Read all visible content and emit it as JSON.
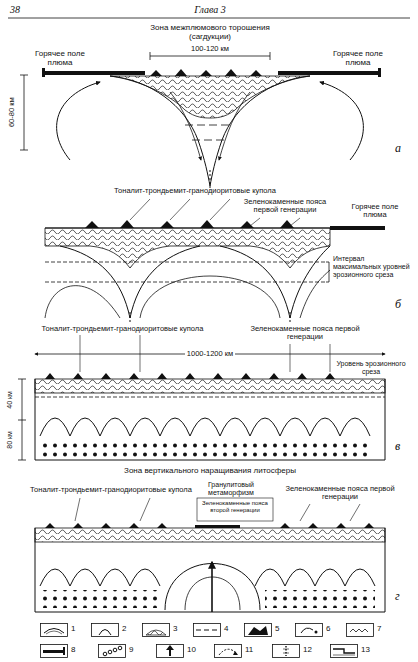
{
  "diagram": {
    "labels": [
      "38",
      "Глава 3",
      "Зона межплюмового торошения (сагдукции)",
      "100-120 км",
      "Горячее поле плюма",
      "Горячее поле плюма",
      "60-80 км",
      "а",
      "Тоналит-трондьемит-гранодиоритовые купола",
      "Зеленокаменные пояса первой генерации",
      "Горячее поле плюма",
      "Интервал максимальных уровней эрозионного среза",
      "б",
      "Тоналит-трондьемит-гранодиоритовые купола",
      "Зеленокаменные пояса первой генерации",
      "1000-1200 км",
      "Уровень эрозионного среза",
      "80 км",
      "40 км",
      "в",
      "Зона вертикального наращивания литосферы",
      "Тоналит-трондьемит-гранодиоритовые купола",
      "Гранулитовый метаморфизм",
      "Зеленокаменные пояса второй генерации",
      "Зеленокаменные пояса первой генерации",
      "г"
    ],
    "legend": [
      {
        "text": "1"
      },
      {
        "text": "2"
      },
      {
        "text": "3"
      },
      {
        "text": "4"
      },
      {
        "text": "5"
      },
      {
        "text": "6"
      },
      {
        "text": "7"
      },
      {
        "text": "8"
      },
      {
        "text": "9"
      },
      {
        "text": "10"
      },
      {
        "text": "11"
      },
      {
        "text": "12"
      },
      {
        "text": "13"
      }
    ]
  }
}
